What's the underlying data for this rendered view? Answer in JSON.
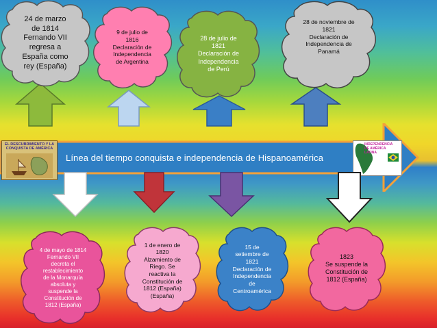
{
  "timeline": {
    "title": "Línea del tiempo conquista e independencia de Hispanoamérica",
    "left_logo_text": "EL DESCUBRIMIENTO Y LA CONQUISTA DE AMÉRICA",
    "right_logo_text": "INDEPENDENCIA DE AMÉRICA LATINA",
    "bar_color": "#2f7fc4",
    "bar_edge_color": "#f3a13a"
  },
  "events_top": [
    {
      "text": "24 de marzo\nde 1814\nFernando VII\nregresa a\nEspaña como\nrey (España)",
      "cloud_color": "#c6c6c6",
      "arrow_color": "#8dba3c"
    },
    {
      "text": "9 de julio de\n1816\nDeclaración de\nIndependencia\nde Argentina",
      "cloud_color": "#ff7fb0",
      "arrow_color": "#bcd6f0"
    },
    {
      "text": "28 de julio de\n1821\nDeclaración de\nIndependencia\nde Perú",
      "cloud_color": "#86b342",
      "arrow_color": "#3a7fc6"
    },
    {
      "text": "28 de noviembre de\n1821\nDeclaración de\nIndependencia de\nPanamá",
      "cloud_color": "#c6c6c6",
      "arrow_color": "#4d7fbf"
    }
  ],
  "events_bottom": [
    {
      "text": "4 de mayo de 1814\nFernando VII\ndecreta el\nrestablecimiento\nde la Monarquía\nabsoluta y\nsuspende la\nConstitución de\n1812 (España)",
      "cloud_color": "#e9549b",
      "arrow_color": "#ffffff"
    },
    {
      "text": "1 de enero de\n1820\nAlzamiento de\nRiego. Se\nreactiva la\nConstitución de\n1812 (España)\n(España)",
      "cloud_color": "#f6a9cf",
      "arrow_color": "#c0343a"
    },
    {
      "text": "15 de\nsetiembre de\n1821\nDeclaración de\nIndependencia\nde\nCentroamérica",
      "cloud_color": "#3b82c8",
      "arrow_color": "#7a55a3"
    },
    {
      "text": "1823\nSe suspende la\nConstitución de\n1812 (España)",
      "cloud_color": "#f2689f",
      "arrow_color": "#ffffff"
    }
  ]
}
